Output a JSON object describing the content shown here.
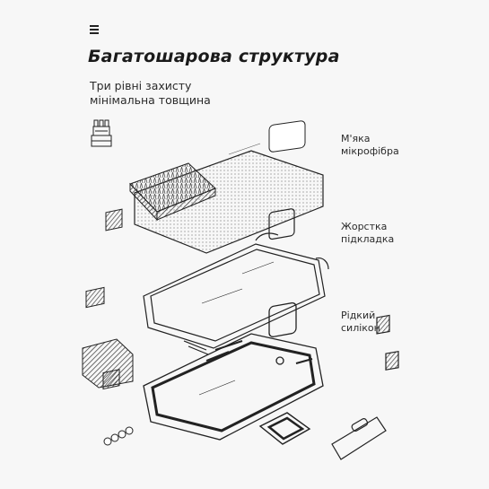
{
  "header": {
    "menu_icon": "hamburger-menu-icon",
    "title": "Багатошарова структура",
    "subtitle_lines": [
      "Три рівні захисту",
      "мінімальна товщина"
    ]
  },
  "layers": [
    {
      "lines": [
        "М'яка",
        "мікрофібра"
      ]
    },
    {
      "lines": [
        "Жорстка",
        "підкладка"
      ]
    },
    {
      "lines": [
        "Рідкий",
        "силікон"
      ]
    }
  ],
  "icons": {
    "badge": "tower-icon"
  },
  "colors": {
    "background": "#f7f7f7",
    "ink": "#1b1b1b",
    "hatch": "#444444"
  }
}
